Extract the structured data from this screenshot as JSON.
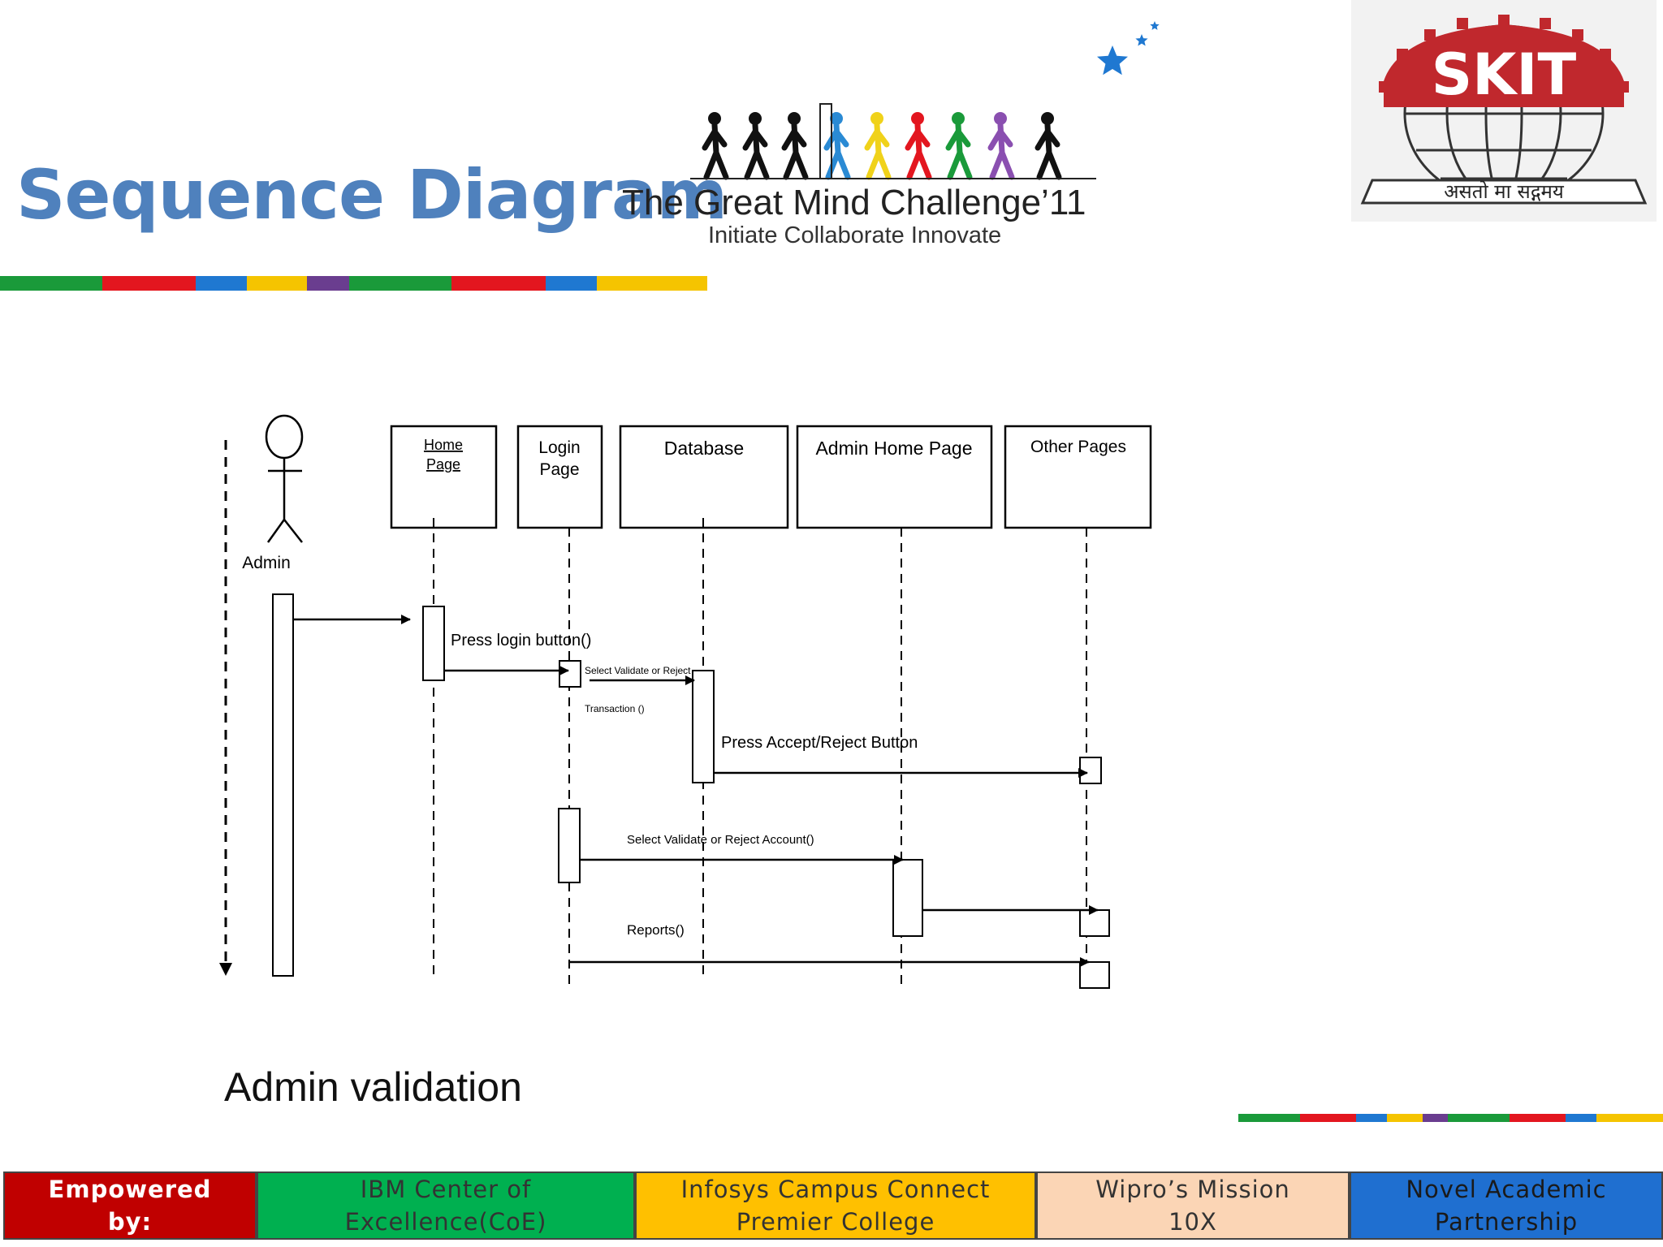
{
  "slide": {
    "title": "Sequence Diagram",
    "caption": "Admin validation"
  },
  "branding": {
    "tgmc_title": "The Great Mind Challenge’11",
    "tgmc_subtitle": "Initiate Collaborate Innovate",
    "skit_logo_text": "SKIT",
    "skit_motto": "असतो मा सद्गमय",
    "stripe_colors": [
      "#1a9a3a",
      "#e3161f",
      "#1f78d1",
      "#f5c400",
      "#6a3d8f",
      "#1a9a3a",
      "#e3161f",
      "#1f78d1",
      "#f5c400"
    ],
    "figure_colors": [
      "#111111",
      "#111111",
      "#111111",
      "#2a8ad4",
      "#f0d21a",
      "#e3161f",
      "#1a9a3a",
      "#8a4fb0",
      "#111111"
    ],
    "star_color": "#1f78d1"
  },
  "diagram": {
    "actor": {
      "name": "Admin"
    },
    "lifelines": [
      {
        "label": "Home\nPage",
        "underline": true
      },
      {
        "label": "Login\nPage",
        "underline": false
      },
      {
        "label": "Database",
        "underline": false
      },
      {
        "label": "Admin Home Page",
        "underline": false
      },
      {
        "label": "Other Pages",
        "underline": false
      }
    ],
    "messages": [
      {
        "label": "Press login button()"
      },
      {
        "label": "Select Validate or Reject"
      },
      {
        "label": "Transaction ()"
      },
      {
        "label": "Press Accept/Reject Button"
      },
      {
        "label": "Select Validate or Reject Account()"
      },
      {
        "label": "Reports()"
      }
    ]
  },
  "footer": [
    {
      "label": "Empowered\nby:",
      "bg": "#c00000"
    },
    {
      "label": "IBM Center of\nExcellence(CoE)",
      "bg": "#00b050"
    },
    {
      "label": "Infosys Campus Connect\nPremier College",
      "bg": "#ffc000"
    },
    {
      "label": "Wipro’s Mission\n10X",
      "bg": "#fbd5b5"
    },
    {
      "label": "Novel Academic\nPartnership",
      "bg": "#1f6fd0"
    }
  ]
}
